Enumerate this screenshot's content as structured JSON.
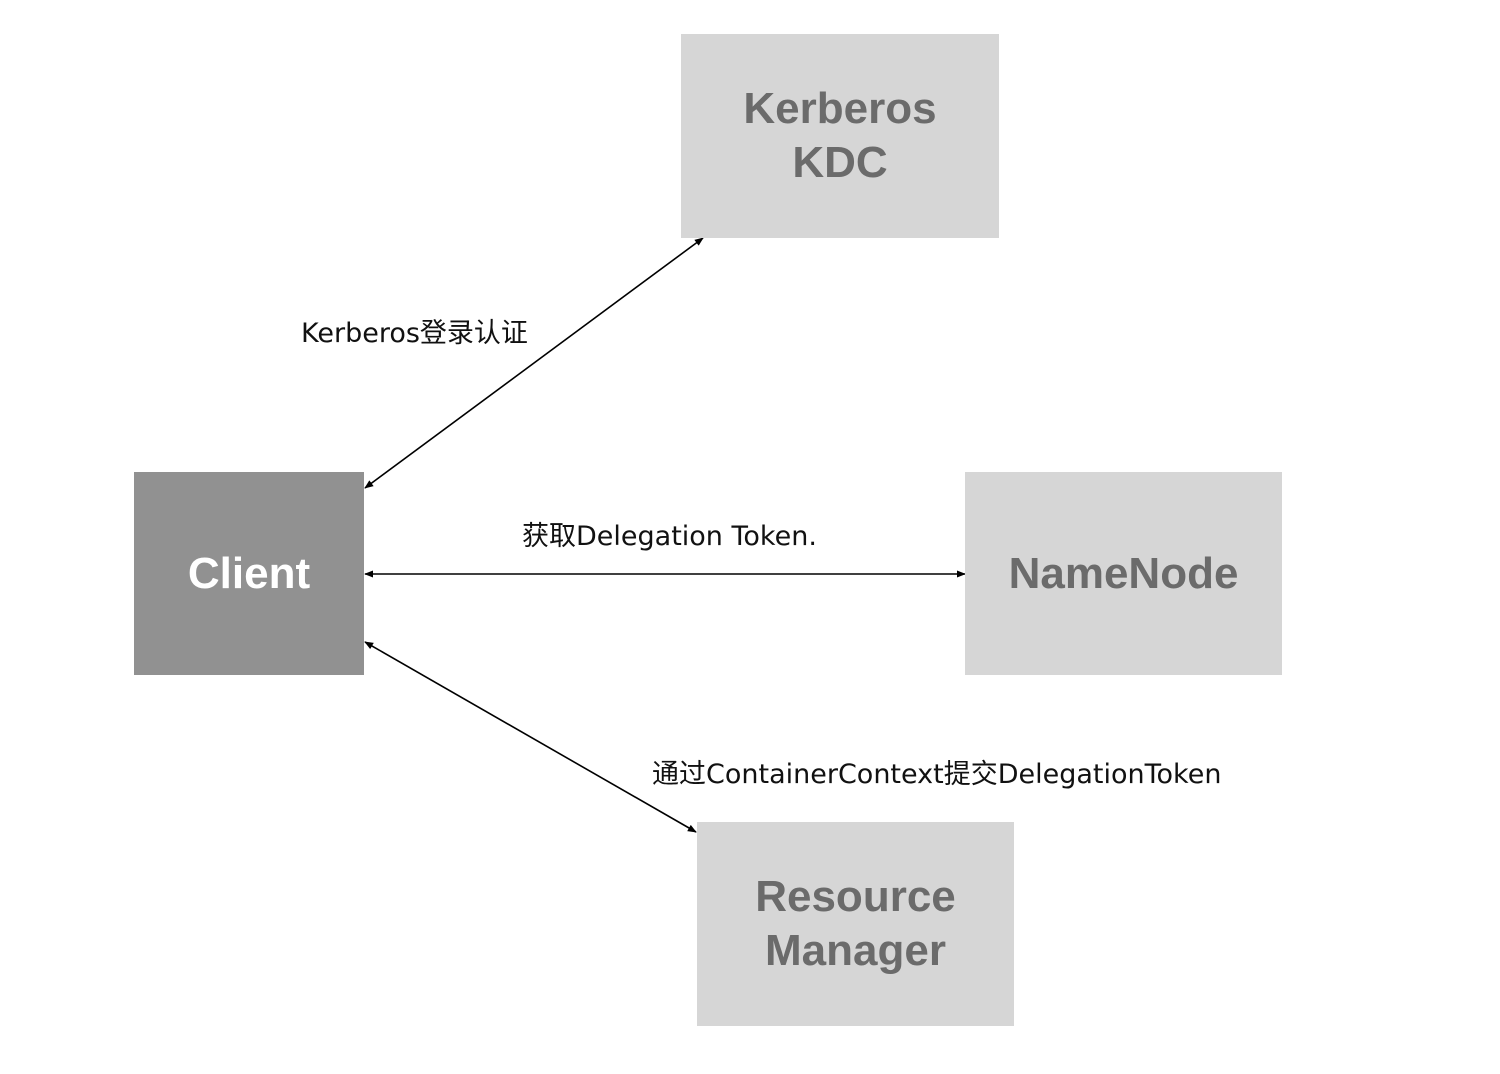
{
  "nodes": {
    "kdc": {
      "line1": "Kerberos",
      "line2": "KDC"
    },
    "client": {
      "label": "Client"
    },
    "namenode": {
      "label": "NameNode"
    },
    "resource_manager": {
      "line1": "Resource",
      "line2": "Manager"
    }
  },
  "edges": {
    "client_kdc": "Kerberos登录认证",
    "client_namenode": "获取Delegation Token.",
    "client_resource_manager": "通过ContainerContext提交DelegationToken"
  },
  "colors": {
    "light_node_fill": "#d6d6d6",
    "light_node_text": "#6b6b6b",
    "dark_node_fill": "#919191",
    "dark_node_text": "#ffffff",
    "edge_color": "#000000"
  }
}
